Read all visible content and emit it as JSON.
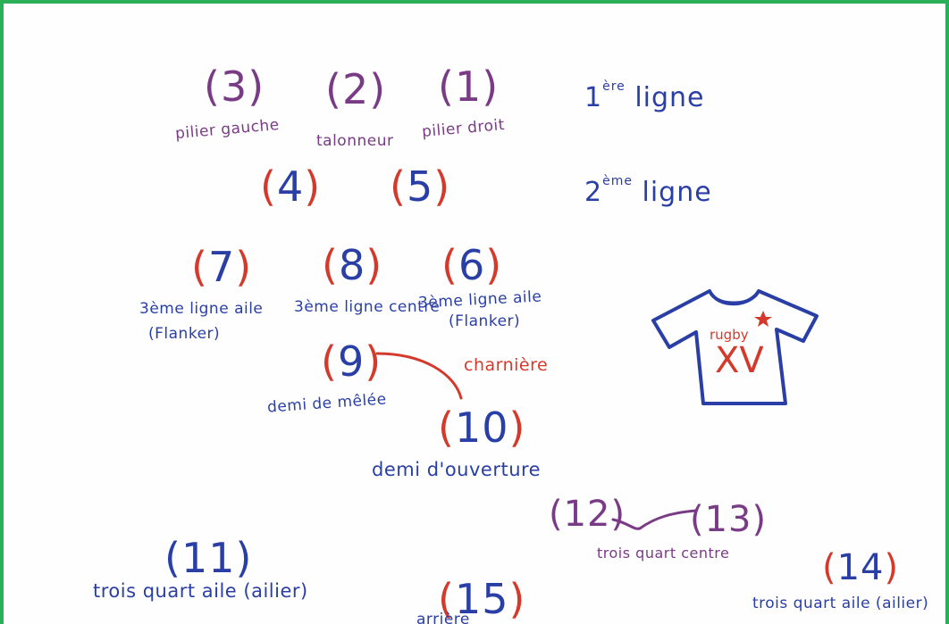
{
  "colors": {
    "border": "#2bb05a",
    "purple": "#7a3b86",
    "blue": "#2a3fa6",
    "red": "#d43a2c"
  },
  "rows": {
    "first_line": {
      "prefix": "1",
      "sup": "ère",
      "suffix": "ligne"
    },
    "second_line": {
      "prefix": "2",
      "sup": "ème",
      "suffix": "ligne"
    }
  },
  "positions": {
    "p3": {
      "number": "3",
      "label": "pilier gauche"
    },
    "p2": {
      "number": "2",
      "label": "talonneur"
    },
    "p1": {
      "number": "1",
      "label": "pilier droit"
    },
    "p4": {
      "number": "4"
    },
    "p5": {
      "number": "5"
    },
    "p7": {
      "number": "7",
      "label_line1": "3ème ligne aile",
      "label_line2": "(Flanker)"
    },
    "p8": {
      "number": "8",
      "label": "3ème ligne centre"
    },
    "p6": {
      "number": "6",
      "label_line1": "3ème ligne aile",
      "label_line2": "(Flanker)"
    },
    "p9": {
      "number": "9",
      "label": "demi de mêlée"
    },
    "p10": {
      "number": "10",
      "label": "demi d'ouverture"
    },
    "p12": {
      "number": "12"
    },
    "p13": {
      "number": "13"
    },
    "centres": {
      "label": "trois quart centre"
    },
    "p11": {
      "number": "11",
      "label": "trois quart aile (ailier)"
    },
    "p15": {
      "number": "15",
      "label": "arrière"
    },
    "p14": {
      "number": "14",
      "label": "trois quart aile (ailier)"
    }
  },
  "annotations": {
    "charniere": "charnière"
  },
  "shirt": {
    "brand": "rugby",
    "code": "XV",
    "icon": "rugby-shirt-icon"
  }
}
